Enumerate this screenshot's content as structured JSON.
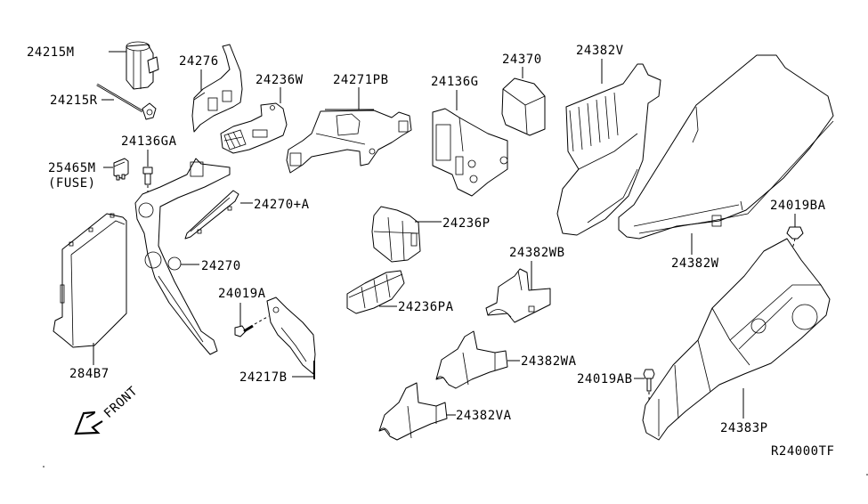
{
  "diagram": {
    "title": "Fuse box / relay box and module parts",
    "reference_code": "R24000TF",
    "direction_label": "FRONT",
    "parts": [
      {
        "id": "p24215M",
        "number": "24215M"
      },
      {
        "id": "p24215R",
        "number": "24215R"
      },
      {
        "id": "p24136GA",
        "number": "24136GA"
      },
      {
        "id": "p25465M",
        "number": "25465M",
        "note": "(FUSE)"
      },
      {
        "id": "p24276",
        "number": "24276"
      },
      {
        "id": "p24236W",
        "number": "24236W"
      },
      {
        "id": "p24271PB",
        "number": "24271PB"
      },
      {
        "id": "p24136G",
        "number": "24136G"
      },
      {
        "id": "p24370",
        "number": "24370"
      },
      {
        "id": "p24382V",
        "number": "24382V"
      },
      {
        "id": "p24019BA",
        "number": "24019BA"
      },
      {
        "id": "p24382W",
        "number": "24382W"
      },
      {
        "id": "p24270A",
        "number": "24270+A"
      },
      {
        "id": "p24270",
        "number": "24270"
      },
      {
        "id": "p24236P",
        "number": "24236P"
      },
      {
        "id": "p24236PA",
        "number": "24236PA"
      },
      {
        "id": "p24382WB",
        "number": "24382WB"
      },
      {
        "id": "p24019A",
        "number": "24019A"
      },
      {
        "id": "p24217B",
        "number": "24217B"
      },
      {
        "id": "p284B7",
        "number": "284B7"
      },
      {
        "id": "p24382WA",
        "number": "24382WA"
      },
      {
        "id": "p24019AB",
        "number": "24019AB"
      },
      {
        "id": "p24382VA",
        "number": "24382VA"
      },
      {
        "id": "p24383P",
        "number": "24383P"
      }
    ]
  }
}
